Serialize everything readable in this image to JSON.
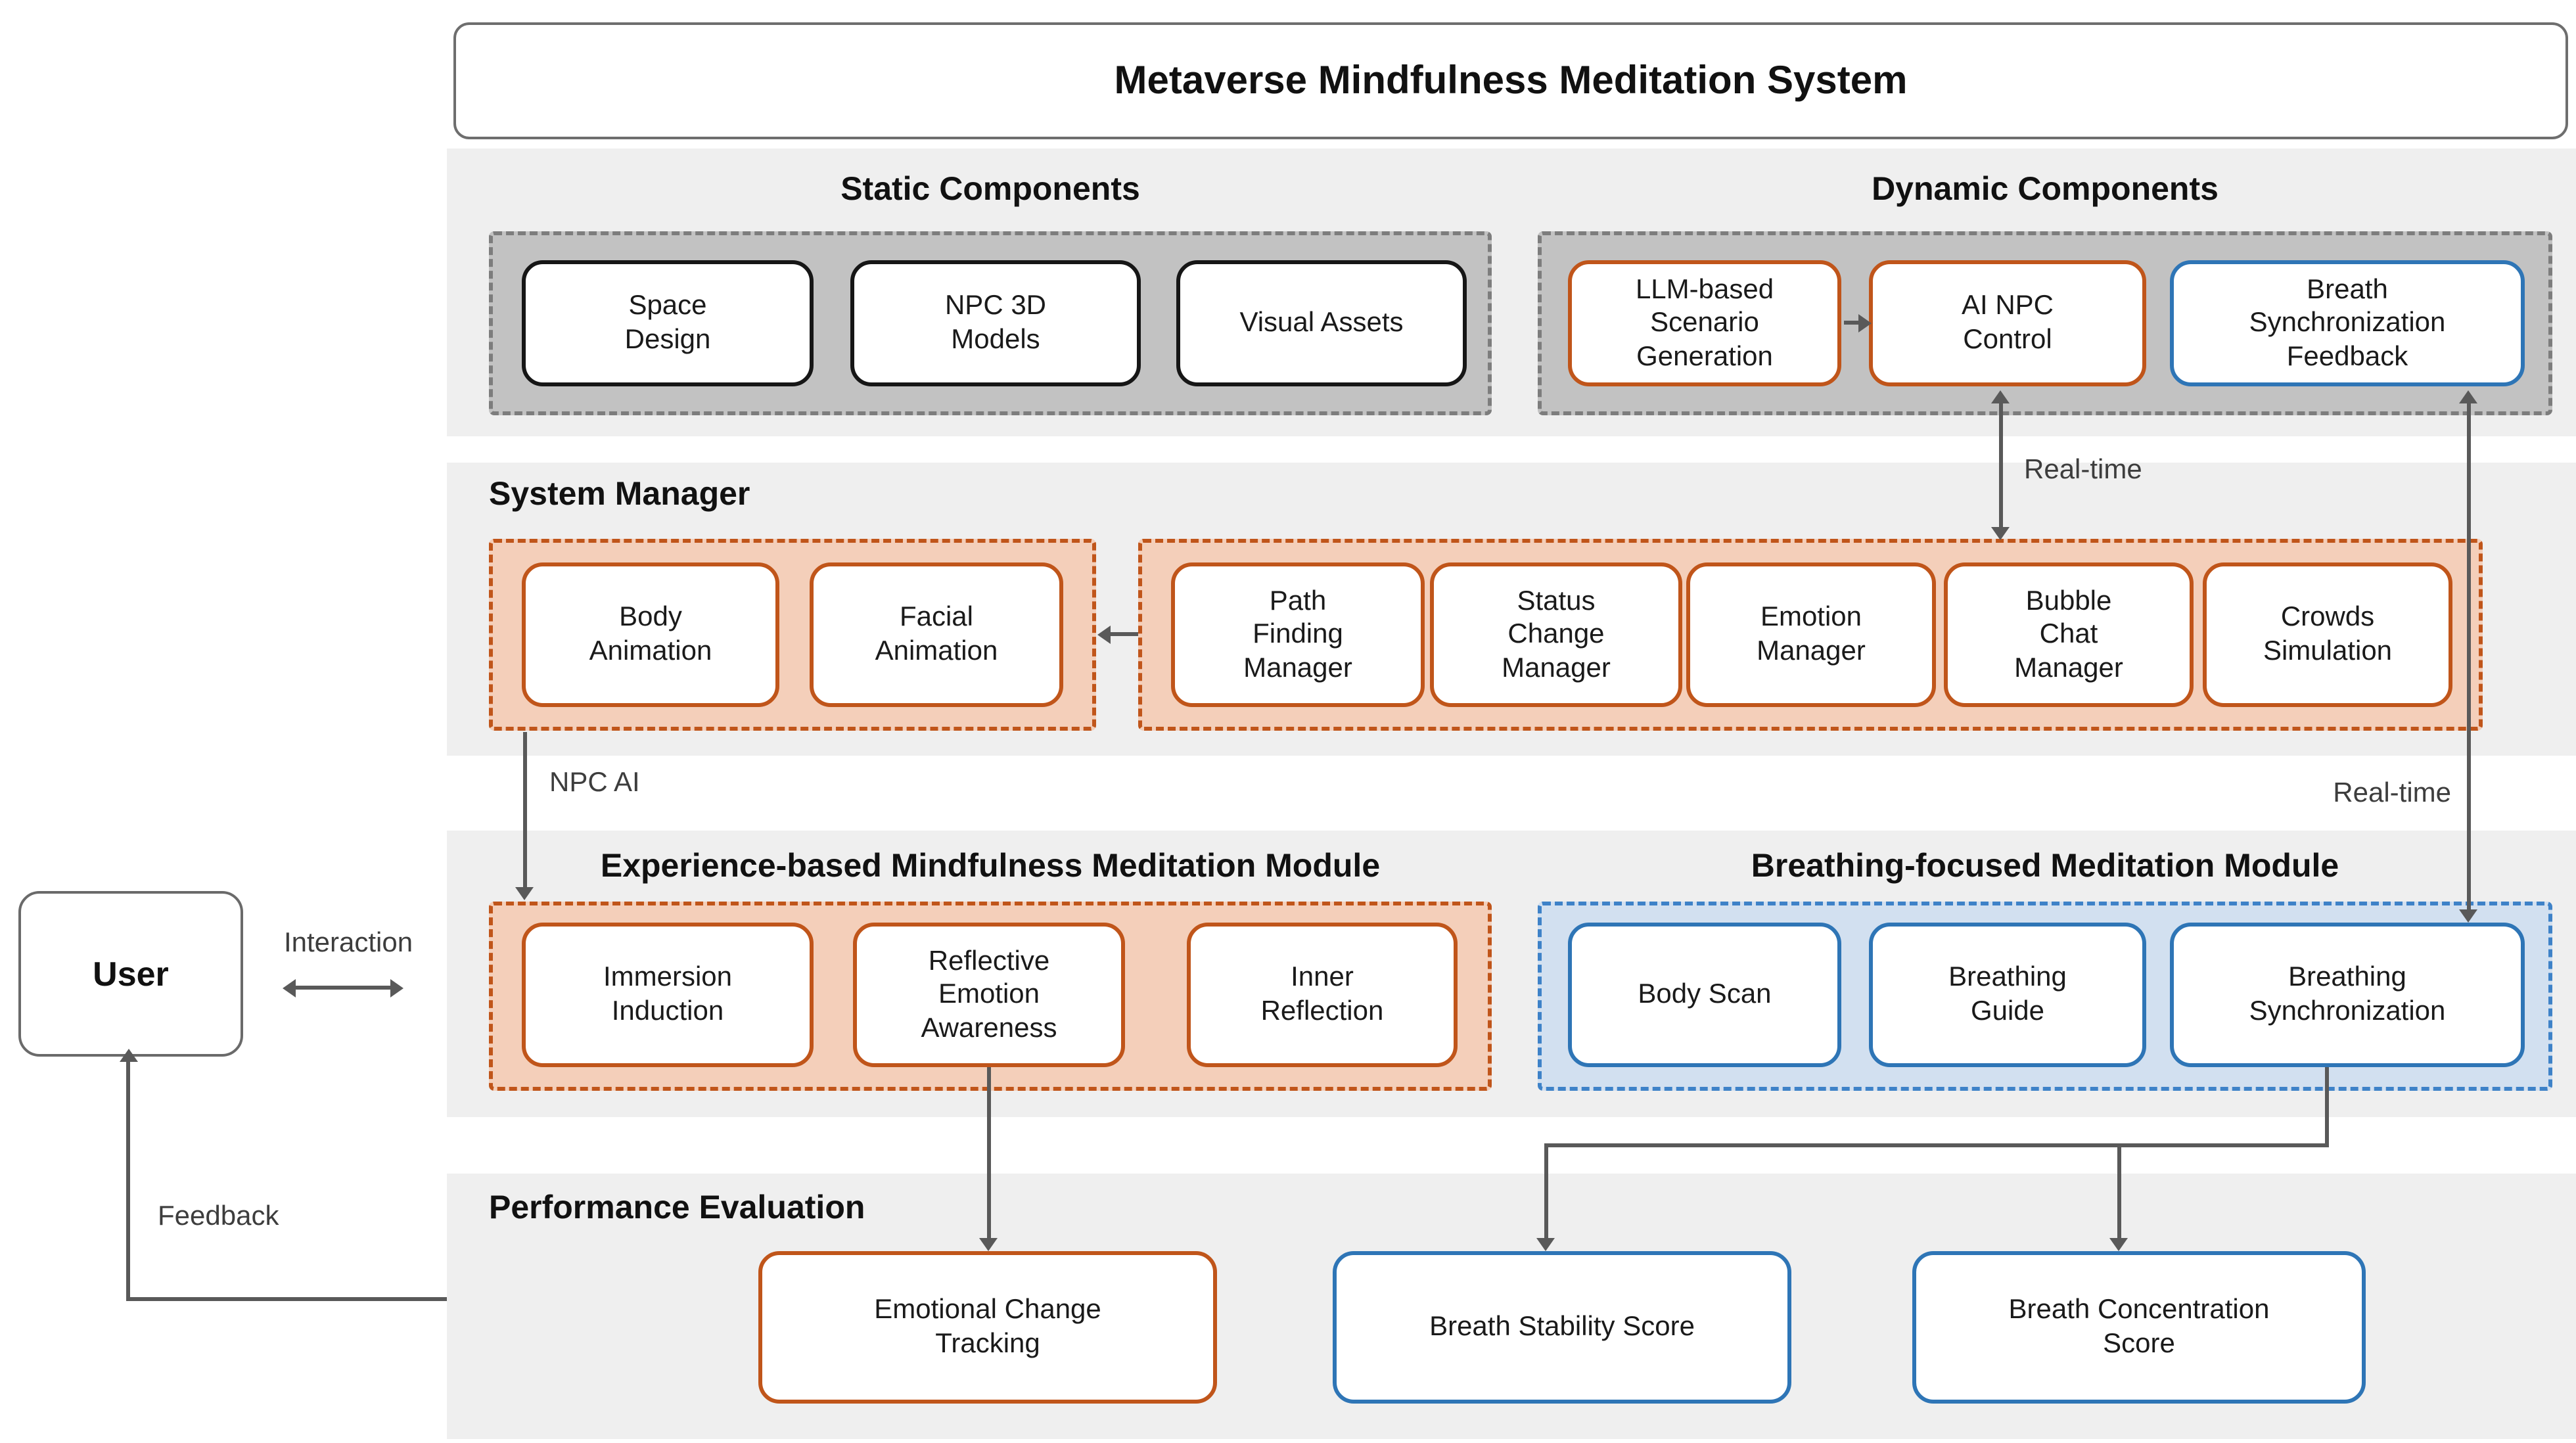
{
  "title": "Metaverse Mindfulness Meditation System",
  "components": {
    "static": {
      "label": "Static Components",
      "items": [
        "Space\nDesign",
        "NPC 3D\nModels",
        "Visual Assets"
      ]
    },
    "dynamic": {
      "label": "Dynamic Components",
      "items": [
        "LLM-based\nScenario\nGeneration",
        "AI NPC\nControl",
        "Breath\nSynchronization\nFeedback"
      ]
    }
  },
  "system_manager": {
    "label": "System Manager",
    "animation_items": [
      "Body\nAnimation",
      "Facial\nAnimation"
    ],
    "manager_items": [
      "Path\nFinding\nManager",
      "Status\nChange\nManager",
      "Emotion\nManager",
      "Bubble\nChat\nManager",
      "Crowds\nSimulation"
    ]
  },
  "experience_module": {
    "label": "Experience-based Mindfulness Meditation Module",
    "items": [
      "Immersion\nInduction",
      "Reflective\nEmotion\nAwareness",
      "Inner\nReflection"
    ]
  },
  "breathing_module": {
    "label": "Breathing-focused Meditation Module",
    "items": [
      "Body Scan",
      "Breathing\nGuide",
      "Breathing\nSynchronization"
    ]
  },
  "performance": {
    "label": "Performance Evaluation",
    "items": [
      "Emotional Change\nTracking",
      "Breath Stability Score",
      "Breath Concentration\nScore"
    ]
  },
  "user": {
    "label": "User"
  },
  "edge_labels": {
    "interaction": "Interaction",
    "feedback": "Feedback",
    "npc_ai": "NPC AI",
    "realtime_dynamic": "Real-time",
    "realtime_breathing": "Real-time"
  },
  "colors": {
    "orange_border": "#C0551A",
    "orange_fill": "#F4CFBA",
    "blue_border": "#2E75B6",
    "blue_group_border": "#3E82C8",
    "blue_fill": "#D2E0F0",
    "gray_fill": "#C2C2C2",
    "gray_dash": "#7D7D7D",
    "band_background": "#EFEFEF",
    "arrow": "#595959",
    "black_border": "#161616"
  }
}
